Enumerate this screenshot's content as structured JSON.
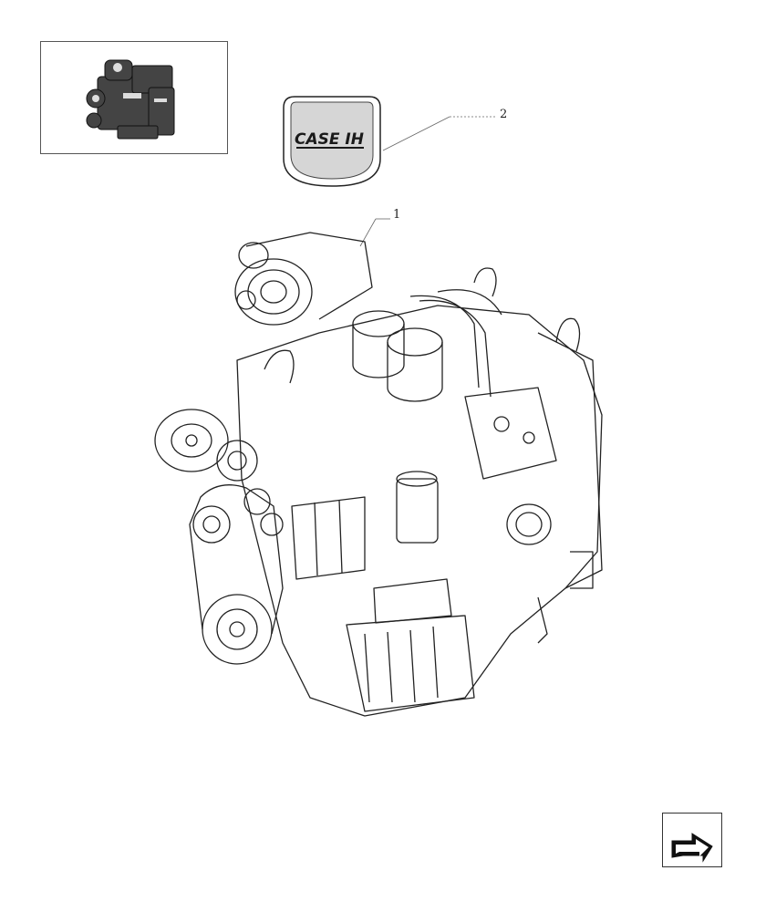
{
  "logo": {
    "text": "CASE IH"
  },
  "callouts": {
    "engine": "1",
    "logo": "2"
  },
  "icons": {
    "thumbnail": "engine-thumbnail-icon",
    "next": "next-page-arrow-icon"
  },
  "colors": {
    "line": "#222222",
    "logo_text": "#1a1a1a",
    "logo_bg": "#d6d6d6"
  }
}
